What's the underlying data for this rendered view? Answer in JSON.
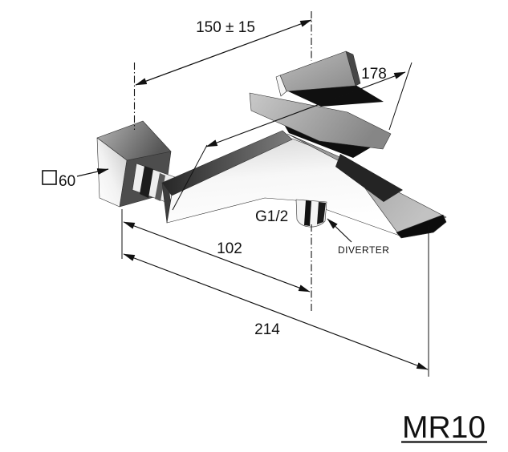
{
  "drawing": {
    "product_code": "MR10",
    "labels": {
      "wall_distance": "150 ± 15",
      "top_width": "178",
      "plate_size": "60",
      "thread_size": "G1/2",
      "diverter": "DIVERTER",
      "projection_center": "102",
      "projection_total": "214"
    },
    "colors": {
      "line": "#1a1a1a",
      "background": "#ffffff"
    }
  }
}
